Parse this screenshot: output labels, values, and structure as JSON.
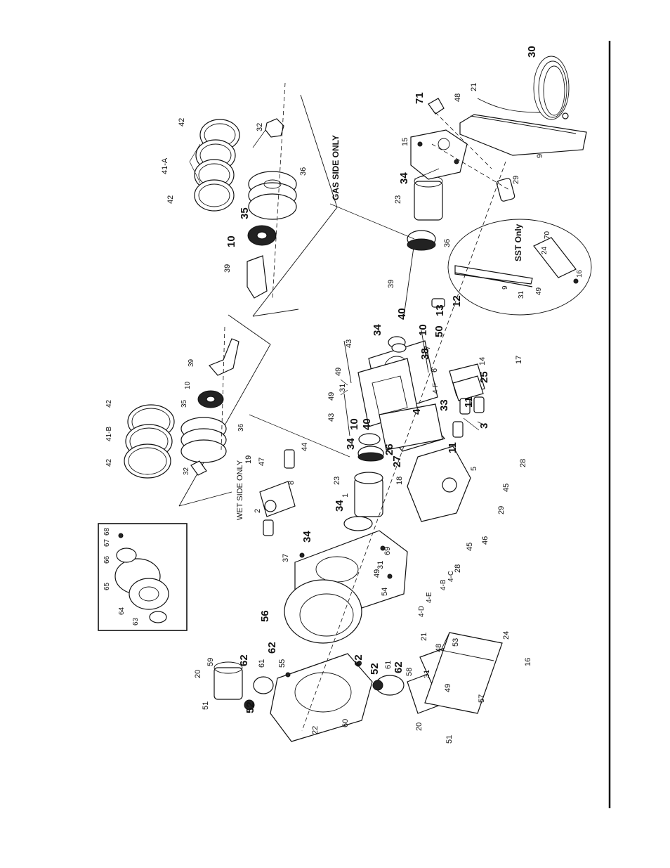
{
  "sections": {
    "gas_side": "GAS SIDE ONLY",
    "wet_side": "WET SIDE ONLY",
    "sst": "SST Only"
  },
  "labels": {
    "l30": "30",
    "l71": "71",
    "l48a": "48",
    "l21a": "21",
    "l15": "15",
    "l9a": "9",
    "l29a": "29",
    "l34a": "34",
    "l23a": "23",
    "l36a": "36",
    "l39a": "39",
    "l42a": "42",
    "l41A": "41-A",
    "l42b": "42",
    "l32a": "32",
    "l36b": "36",
    "l35a": "35",
    "l10a": "10",
    "l39b": "39",
    "l70": "70",
    "l24a": "24",
    "l16a": "16",
    "l9b": "9",
    "l31a": "31",
    "l49a": "49",
    "l40a": "40",
    "l34b": "34",
    "l10b": "10",
    "l7": "7",
    "l50": "50",
    "l13": "13",
    "l12": "12",
    "l38": "38",
    "l43a": "43",
    "l49b": "49",
    "l31b": "31",
    "l49c": "49",
    "l6": "6",
    "l43b": "43",
    "l14": "14",
    "l17": "17",
    "l25": "25",
    "l33": "33",
    "l11a": "11",
    "l3": "3",
    "l40b": "40",
    "l10c": "10",
    "l4": "4",
    "l4F": "4-F",
    "l11b": "11",
    "l34c": "34",
    "l26": "26",
    "l27": "27",
    "l18": "18",
    "l5": "5",
    "l28a": "28",
    "l45a": "45",
    "l29b": "29",
    "l46": "46",
    "l45b": "45",
    "l28b": "28",
    "l39c": "39",
    "l10d": "10",
    "l35b": "35",
    "l36c": "36",
    "l42c": "42",
    "l41B": "41-B",
    "l42d": "42",
    "l32b": "32",
    "l19": "19",
    "l47": "47",
    "l44": "44",
    "l8": "8",
    "l2": "2",
    "l23b": "23",
    "l1": "1",
    "l34d": "34",
    "l34e": "34",
    "l37": "37",
    "l69": "69",
    "l31c": "31",
    "l49d": "49",
    "l54": "54",
    "l4C": "4-C",
    "l4B": "4-B",
    "l4E": "4-E",
    "l4D": "4-D",
    "l68": "68",
    "l67": "67",
    "l66": "66",
    "l65": "65",
    "l64": "64",
    "l63": "63",
    "l56": "56",
    "l59": "59",
    "l62a": "62",
    "l20a": "20",
    "l51a": "51",
    "l52a": "52",
    "l61a": "61",
    "l62b": "62",
    "l55": "55",
    "l62c": "62",
    "l52b": "52",
    "l61b": "61",
    "l62d": "62",
    "l58": "58",
    "l22": "22",
    "l60": "60",
    "l48b": "48",
    "l21b": "21",
    "l53": "53",
    "l24b": "24",
    "l16b": "16",
    "l31d": "31",
    "l49e": "49",
    "l57": "57",
    "l20b": "20",
    "l51b": "51"
  },
  "colors": {
    "ink": "#111111",
    "paper": "#ffffff"
  }
}
